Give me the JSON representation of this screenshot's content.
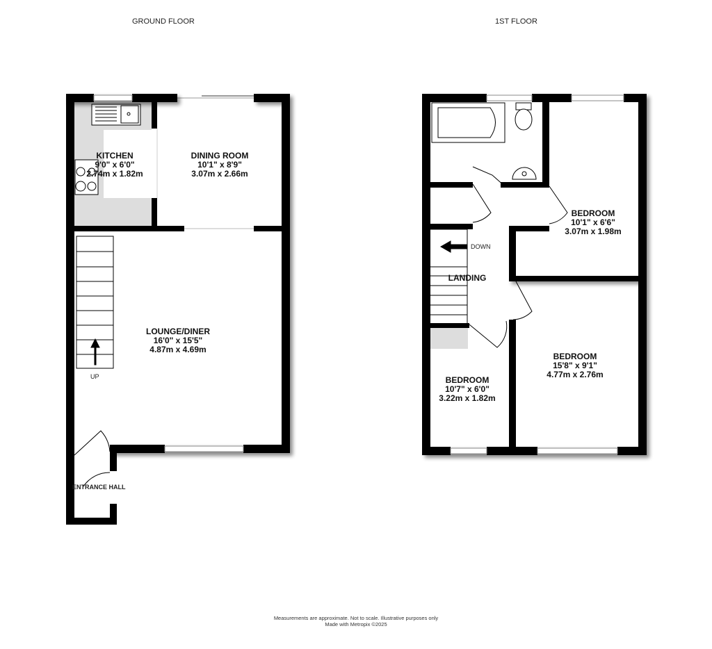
{
  "ground_floor": {
    "title": "GROUND FLOOR",
    "rooms": [
      {
        "name": "KITCHEN",
        "imperial": "9'0\"  x 6'0\"",
        "metric": "2.74m  x 1.82m"
      },
      {
        "name": "DINING ROOM",
        "imperial": "10'1\"  x 8'9\"",
        "metric": "3.07m  x 2.66m"
      },
      {
        "name": "LOUNGE/DINER",
        "imperial": "16'0\"  x 15'5\"",
        "metric": "4.87m  x 4.69m"
      },
      {
        "name": "ENTRANCE HALL"
      }
    ],
    "stairs_label": "UP"
  },
  "first_floor": {
    "title": "1ST FLOOR",
    "rooms": [
      {
        "name": "BEDROOM",
        "imperial": "10'1\"  x 6'6\"",
        "metric": "3.07m  x 1.98m"
      },
      {
        "name": "LANDING"
      },
      {
        "name": "BEDROOM",
        "imperial": "15'8\"  x 9'1\"",
        "metric": "4.77m  x 2.76m"
      },
      {
        "name": "BEDROOM",
        "imperial": "10'7\"  x 6'0\"",
        "metric": "3.22m  x 1.82m"
      }
    ],
    "stairs_label": "DOWN"
  },
  "footer": {
    "line1": "Measurements are approximate.  Not to scale.  Illustrative purposes only",
    "line2": "Made with Metropix ©2025"
  }
}
